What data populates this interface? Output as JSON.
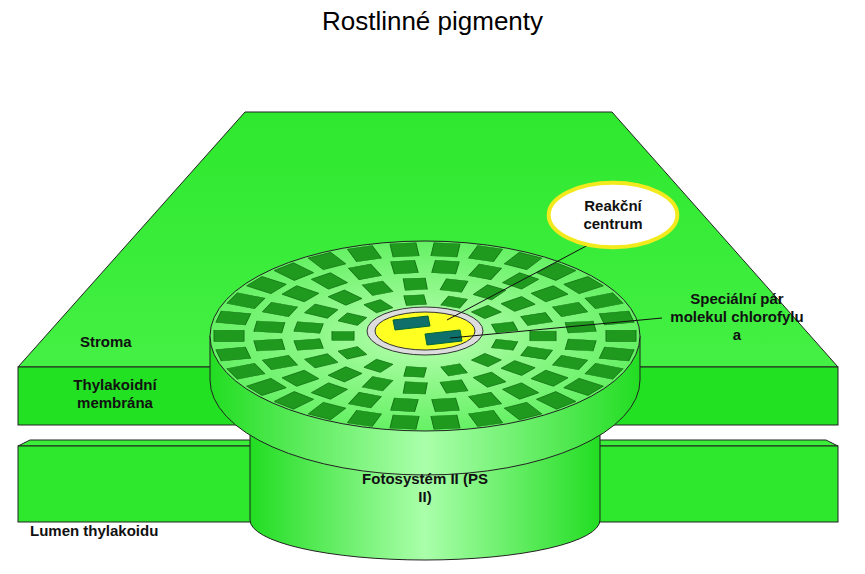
{
  "diagram": {
    "title": "Rostlinné pigmenty",
    "nodes": [
      {
        "text": [
          "Reakční centrum"
        ]
      },
      {
        "text": [
          "Fotosystém II (PS II)"
        ]
      }
    ],
    "labels": [
      "Speciální pár molekul chlorofylu a",
      "Stroma",
      "Thylakoidní membrána",
      "Lumen thylakoidu"
    ]
  }
}
